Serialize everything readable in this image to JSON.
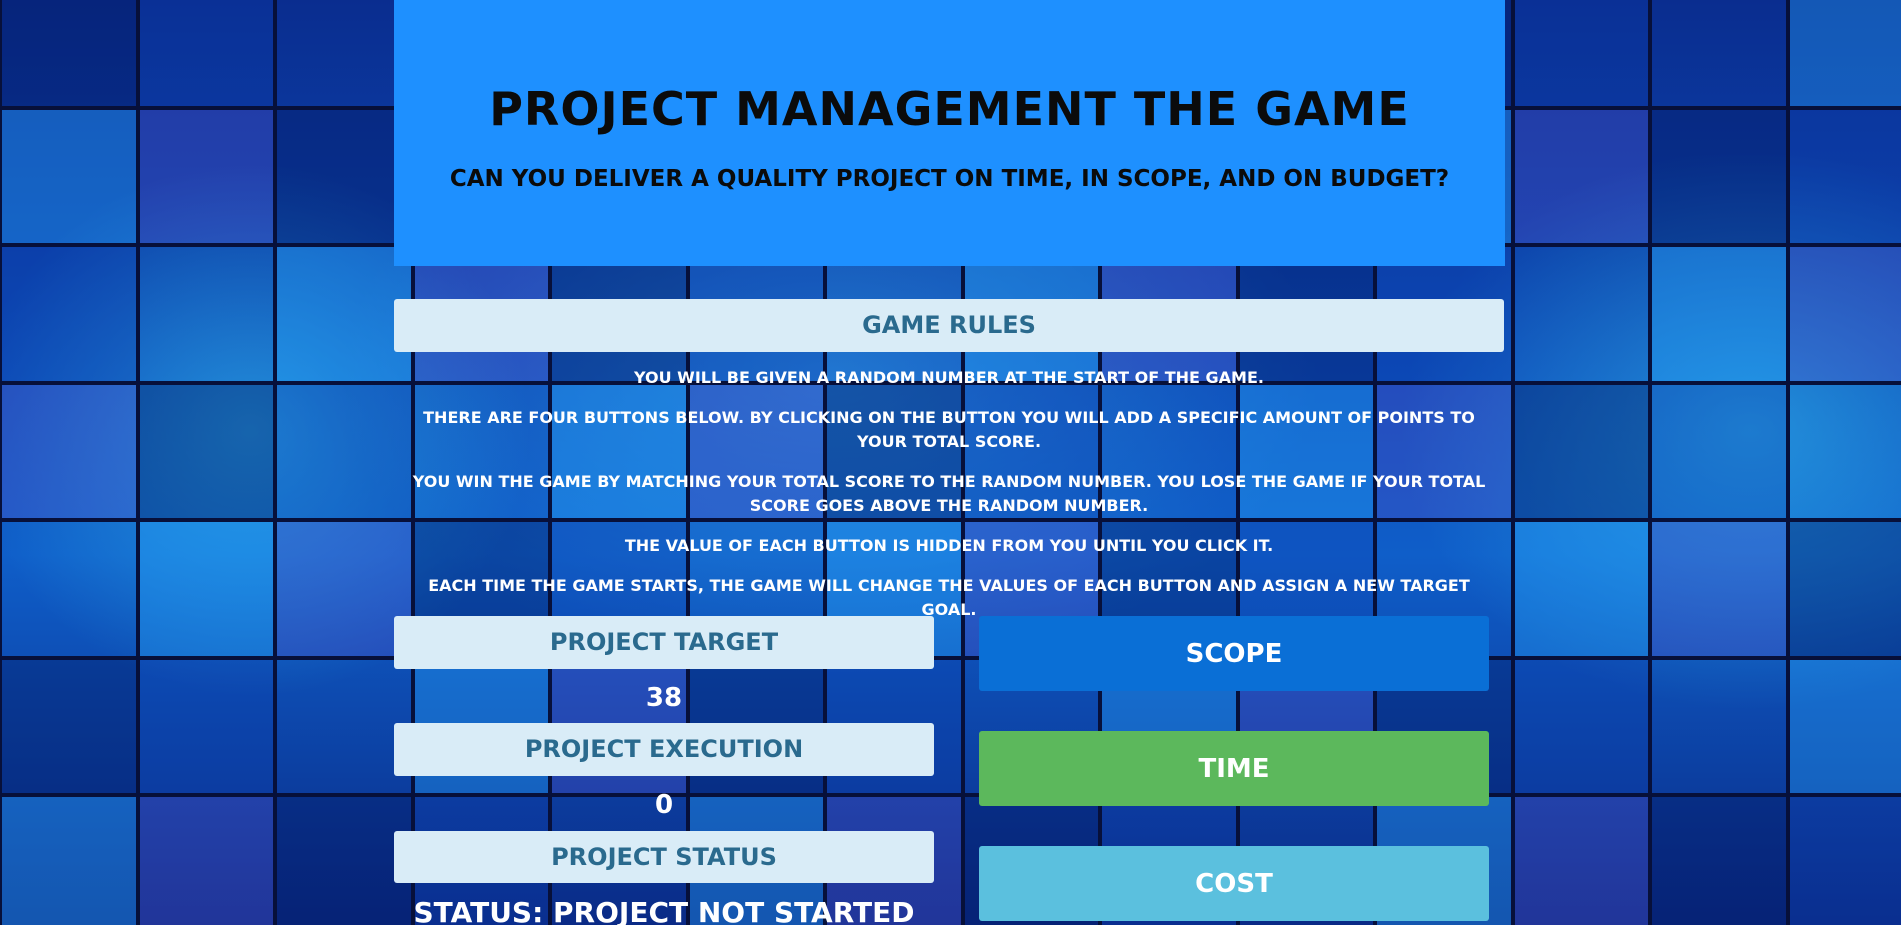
{
  "header": {
    "title": "Project Management The Game",
    "subtitle": "Can you deliver a quality project on time, in scope, and on budget?"
  },
  "rules": {
    "heading": "Game Rules",
    "lines": [
      "You will be given a random number at the start of the game.",
      "There are four buttons below. By clicking on the button you will add a specific amount of points to your total score.",
      "You win the game by matching your total score to the random number. You lose the game if your total score goes above the random number.",
      "The value of each button is hidden from you until you click it.",
      "Each time the game starts, the game will change the values of each button and assign a new target goal."
    ]
  },
  "scoreboard": {
    "target_label": "Project Target",
    "target_value": "38",
    "execution_label": "Project Execution",
    "execution_value": "0",
    "status_label": "Project Status",
    "status_text": "Status: Project not started"
  },
  "buttons": {
    "scope": "Scope",
    "time": "Time",
    "cost": "Cost"
  },
  "colors": {
    "header_bg": "#1e90ff",
    "label_bar_bg": "#d9ecf7",
    "label_text": "#2a6a8e",
    "scope_button": "#0a6fd6",
    "time_button": "#5cb85c",
    "cost_button": "#5bc0de"
  }
}
